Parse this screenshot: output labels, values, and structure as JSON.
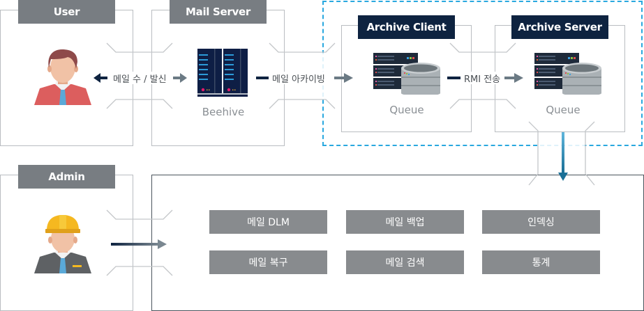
{
  "diagram": {
    "nodes": {
      "user": {
        "title": "User",
        "icon": "person-icon"
      },
      "mail_server": {
        "title": "Mail Server",
        "caption": "Beehive",
        "icon": "server-rack-icon"
      },
      "archive_client": {
        "title": "Archive Client",
        "caption": "Queue",
        "icon": "database-server-icon"
      },
      "archive_server": {
        "title": "Archive Server",
        "caption": "Queue",
        "icon": "database-server-icon"
      },
      "admin": {
        "title": "Admin",
        "icon": "worker-hardhat-icon"
      }
    },
    "edges": {
      "user_mail": {
        "label": "메일 수 / 발신",
        "direction": "bidirectional"
      },
      "mail_archive": {
        "label": "메일 아카이빙",
        "direction": "right"
      },
      "client_server": {
        "label": "RMI 전송",
        "direction": "right"
      },
      "server_functions": {
        "label": "",
        "direction": "down"
      },
      "admin_functions": {
        "label": "",
        "direction": "right"
      }
    },
    "functions": [
      {
        "label": "메일 DLM"
      },
      {
        "label": "메일 백업"
      },
      {
        "label": "인덱싱"
      },
      {
        "label": "메일 복구"
      },
      {
        "label": "메일 검색"
      },
      {
        "label": "통계"
      }
    ],
    "colors": {
      "gray_header": "#787d82",
      "navy_header": "#0e2340",
      "button": "#888b8e",
      "dashed_group": "#29a8df",
      "arrow_dark": "#0e2340",
      "arrow_light": "#6b7a84"
    }
  }
}
